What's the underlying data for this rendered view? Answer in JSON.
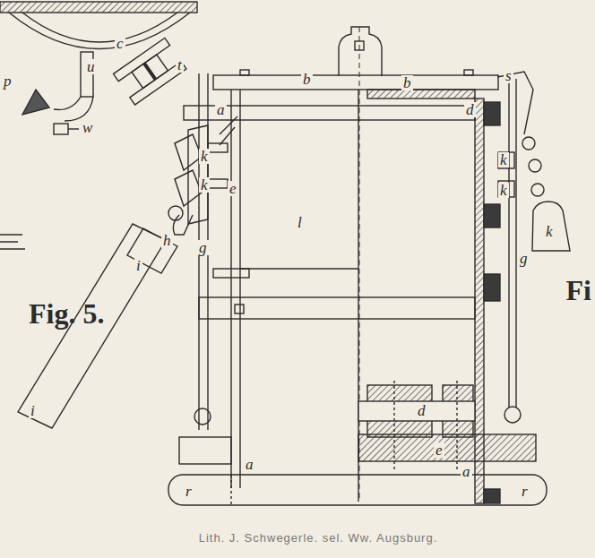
{
  "diagram": {
    "caption": "Lith. J. Schwegerle. sel. Ww. Augsburg.",
    "labels": [
      "c",
      "u",
      "p",
      "t",
      "w",
      "Fig. 5.",
      "b",
      "b",
      "a",
      "d",
      "s",
      "k",
      "k",
      "e",
      "l",
      "h",
      "g",
      "i",
      "i",
      "k",
      "k",
      "k",
      "g",
      "d",
      "e",
      "a",
      "a",
      "r",
      "r",
      "Fi"
    ]
  }
}
